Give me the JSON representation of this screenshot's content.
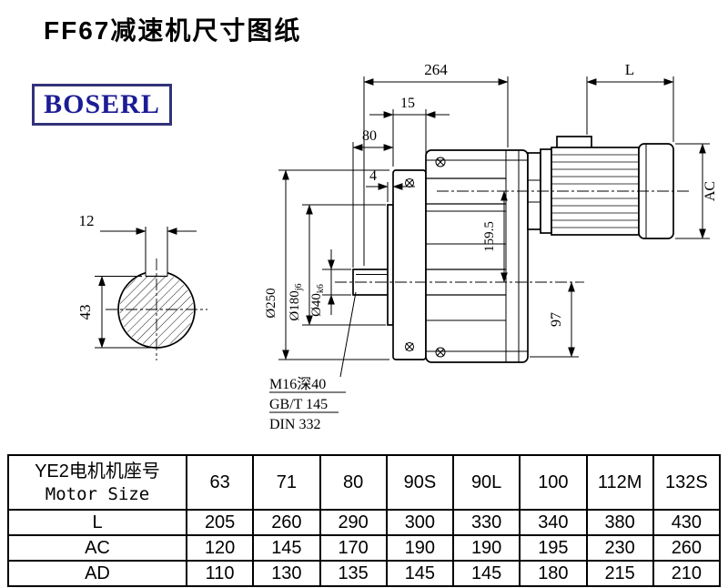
{
  "page": {
    "title": "FF67减速机尺寸图纸",
    "brand": "BOSERL"
  },
  "drawing": {
    "dim_264": "264",
    "dim_L": "L",
    "dim_15": "15",
    "dim_80": "80",
    "dim_4": "4",
    "dim_AC": "AC",
    "dim_12": "12",
    "dim_43": "43",
    "dim_d250": "Ø250",
    "dim_d180": "Ø180",
    "dim_d180_tol": "j6",
    "dim_d40": "Ø40",
    "dim_d40_tol": "k6",
    "dim_159_5": "159.5",
    "dim_97": "97",
    "note_thread": "M16深40",
    "note_gb": "GB/T 145",
    "note_din": "DIN 332"
  },
  "table": {
    "header": {
      "line1": "YE2电机机座号",
      "line2": "Motor Size"
    },
    "columns": [
      "63",
      "71",
      "80",
      "90S",
      "90L",
      "100",
      "112M",
      "132S"
    ],
    "rows": [
      {
        "label": "L",
        "values": [
          "205",
          "260",
          "290",
          "300",
          "330",
          "340",
          "380",
          "430"
        ]
      },
      {
        "label": "AC",
        "values": [
          "120",
          "145",
          "170",
          "190",
          "190",
          "195",
          "230",
          "260"
        ]
      },
      {
        "label": "AD",
        "values": [
          "110",
          "130",
          "135",
          "145",
          "145",
          "180",
          "215",
          "210"
        ]
      }
    ]
  }
}
